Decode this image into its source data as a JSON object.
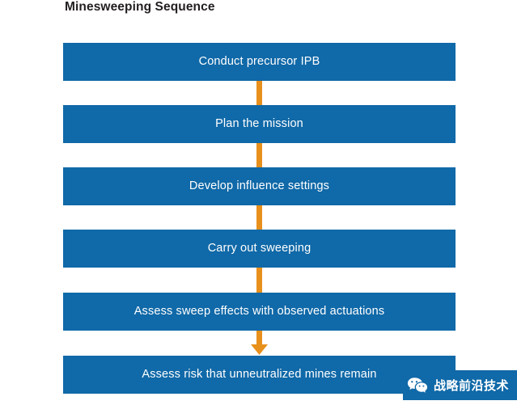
{
  "diagram": {
    "title": "Minesweeping Sequence",
    "type": "vertical-flowchart",
    "box_color": "#1069A8",
    "connector_color": "#E8901C",
    "box_text_color": "#FFFFFF",
    "title_color": "#231F20",
    "background": "#FFFFFF",
    "steps": [
      {
        "label": "Conduct precursor IPB"
      },
      {
        "label": "Plan the mission"
      },
      {
        "label": "Develop influence settings"
      },
      {
        "label": "Carry out sweeping"
      },
      {
        "label": "Assess sweep effects with observed actuations"
      },
      {
        "label": "Assess risk that unneutralized mines remain"
      }
    ],
    "connectors": [
      {
        "from": 0,
        "to": 1,
        "arrowhead": false
      },
      {
        "from": 1,
        "to": 2,
        "arrowhead": false
      },
      {
        "from": 2,
        "to": 3,
        "arrowhead": false
      },
      {
        "from": 3,
        "to": 4,
        "arrowhead": false
      },
      {
        "from": 4,
        "to": 5,
        "arrowhead": true
      }
    ]
  },
  "watermark": {
    "icon": "wechat-icon",
    "text": "战略前沿技术",
    "background": "#1069A8",
    "text_color": "#FFFFFF"
  }
}
